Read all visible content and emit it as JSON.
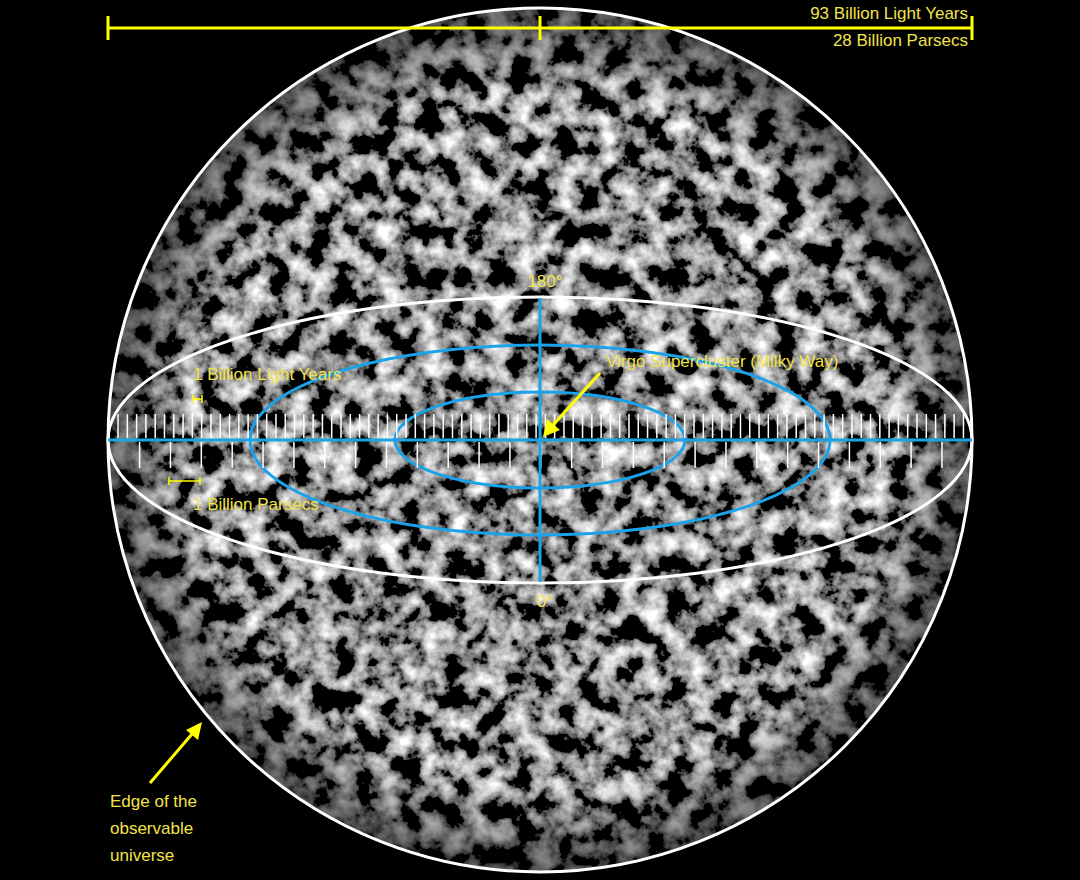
{
  "diagram": {
    "labels": [
      "93 Billion Light Years",
      "28 Billion Parsecs",
      "180°",
      "0°",
      "Virgo Supercluster (Milky Way)",
      "1 Billion Light Years",
      "1 Billion Parsecs",
      "Edge of the observable universe"
    ]
  }
}
